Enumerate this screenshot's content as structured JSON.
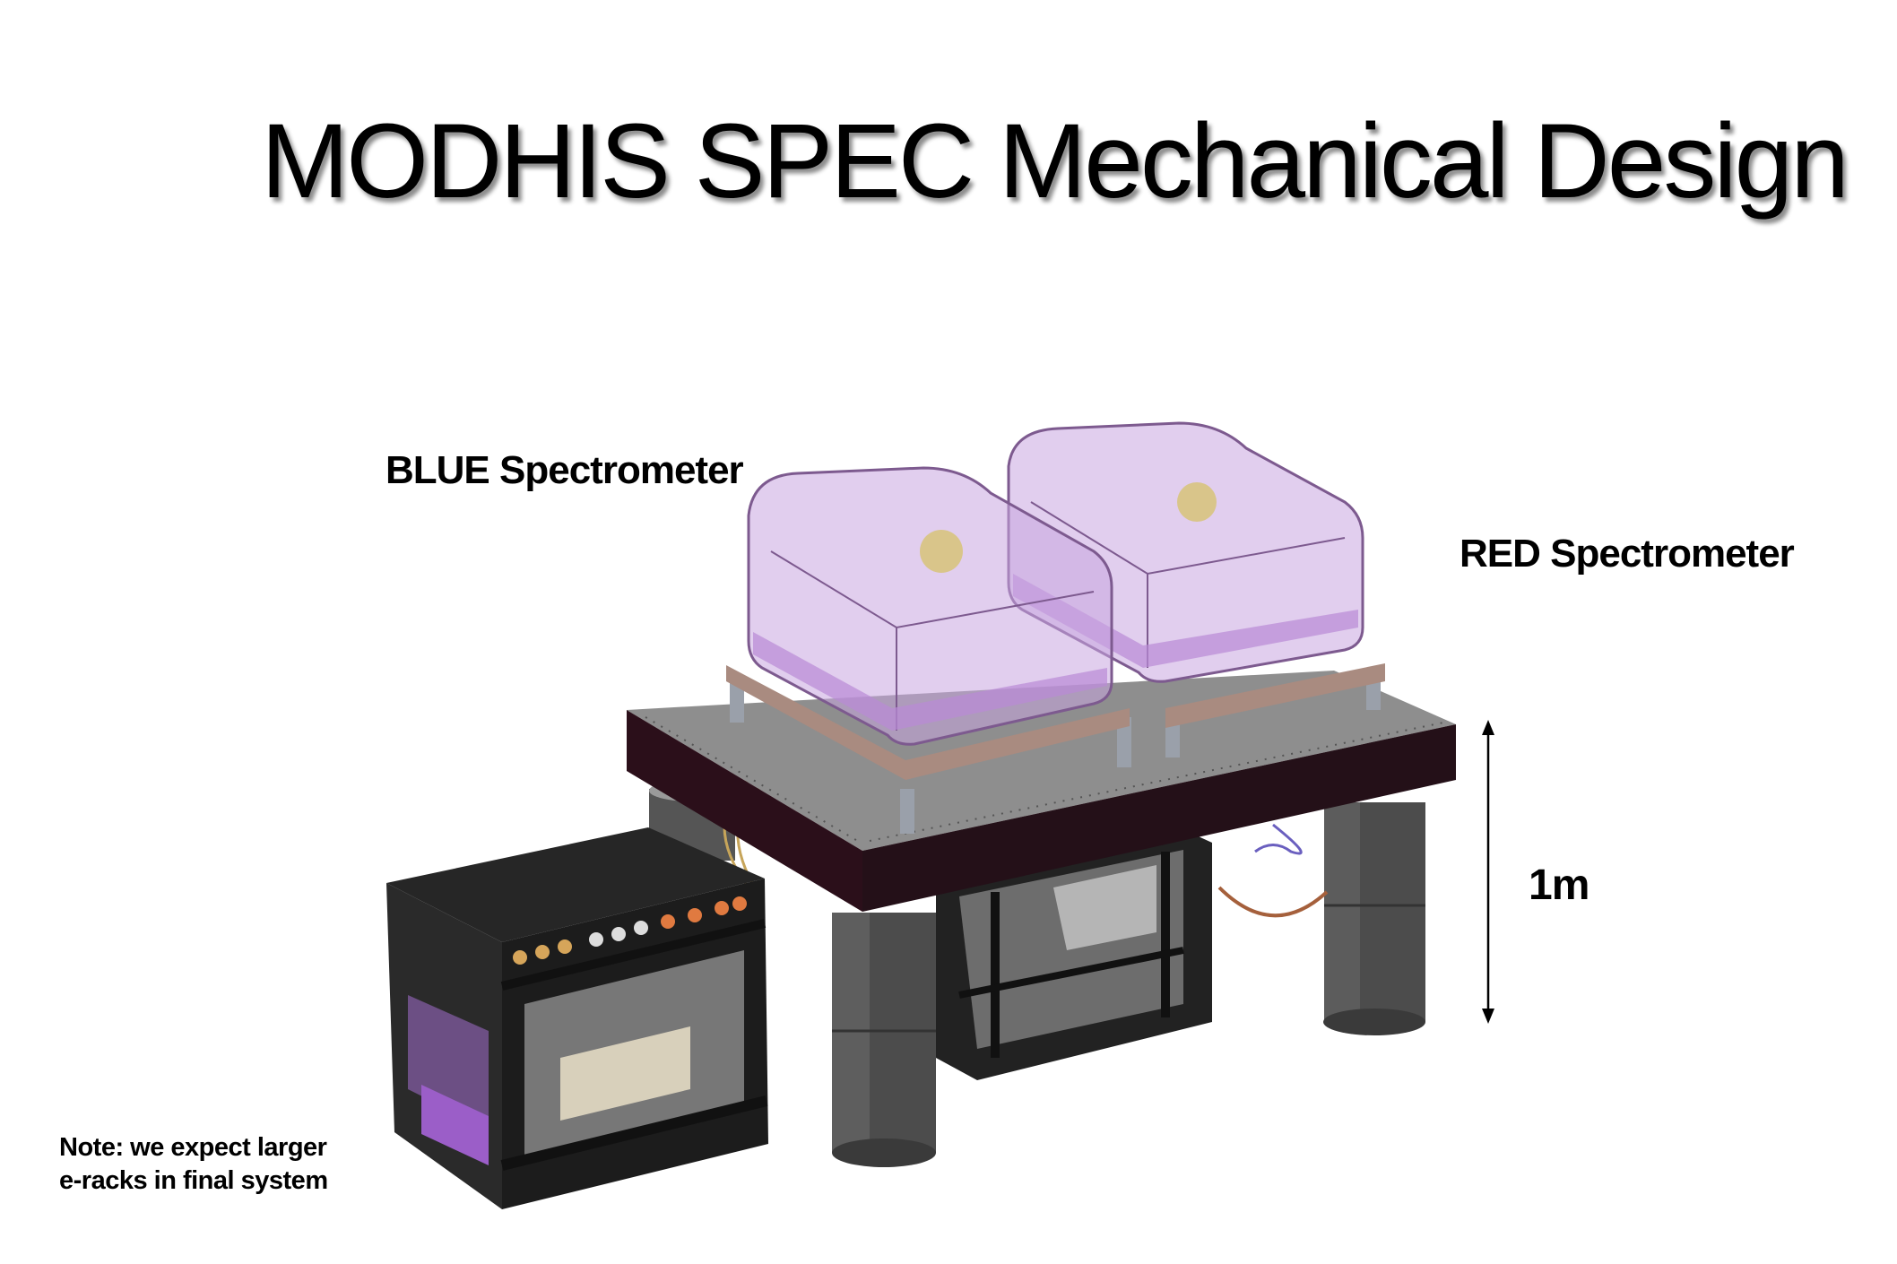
{
  "slide": {
    "title": "MODHIS SPEC Mechanical Design",
    "labels": {
      "blue_spectrometer": "BLUE Spectrometer",
      "red_spectrometer": "RED Spectrometer",
      "height_dimension": "1m"
    },
    "note": {
      "line1": "Note: we expect larger",
      "line2": "e-racks in final system"
    },
    "colors": {
      "table_side": "#2b0f1a",
      "table_top": "#8e8e8e",
      "enclosure": "#c9a6e0",
      "leg": "#4a4a4a",
      "rack": "#1e1e1e"
    }
  }
}
